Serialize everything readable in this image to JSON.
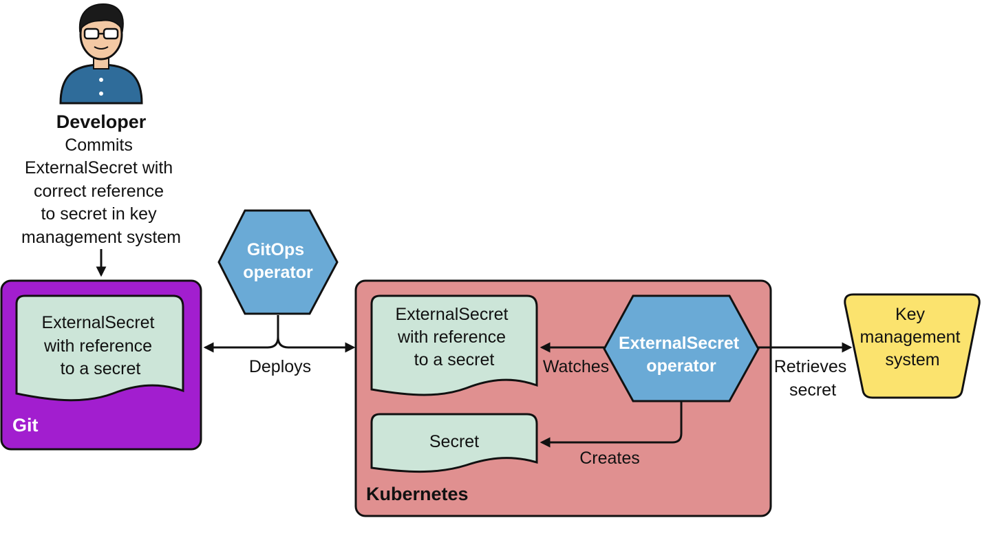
{
  "developer": {
    "name": "Developer",
    "description_lines": [
      "Commits",
      "ExternalSecret with",
      "correct  reference",
      "to secret in key",
      "management system"
    ],
    "icon": "person-icon"
  },
  "git": {
    "label": "Git",
    "color": "#a21ecf",
    "doc_lines": [
      "ExternalSecret",
      "with reference",
      "to a secret"
    ]
  },
  "gitops": {
    "lines": [
      "GitOps",
      "operator"
    ],
    "color": "#6aaad6"
  },
  "kubernetes": {
    "label": "Kubernetes",
    "color": "#e09090",
    "external_secret_doc_lines": [
      "ExternalSecret",
      "with reference",
      "to a secret"
    ],
    "secret_doc_label": "Secret",
    "operator_lines": [
      "ExternalSecret",
      "operator"
    ]
  },
  "kms": {
    "lines": [
      "Key",
      "management",
      "system"
    ],
    "color": "#fbe36e"
  },
  "edges": {
    "deploys": "Deploys",
    "watches": "Watches",
    "creates": "Creates",
    "retrieves_lines": [
      "Retrieves",
      "secret"
    ]
  },
  "doc_color": "#cce5d8"
}
